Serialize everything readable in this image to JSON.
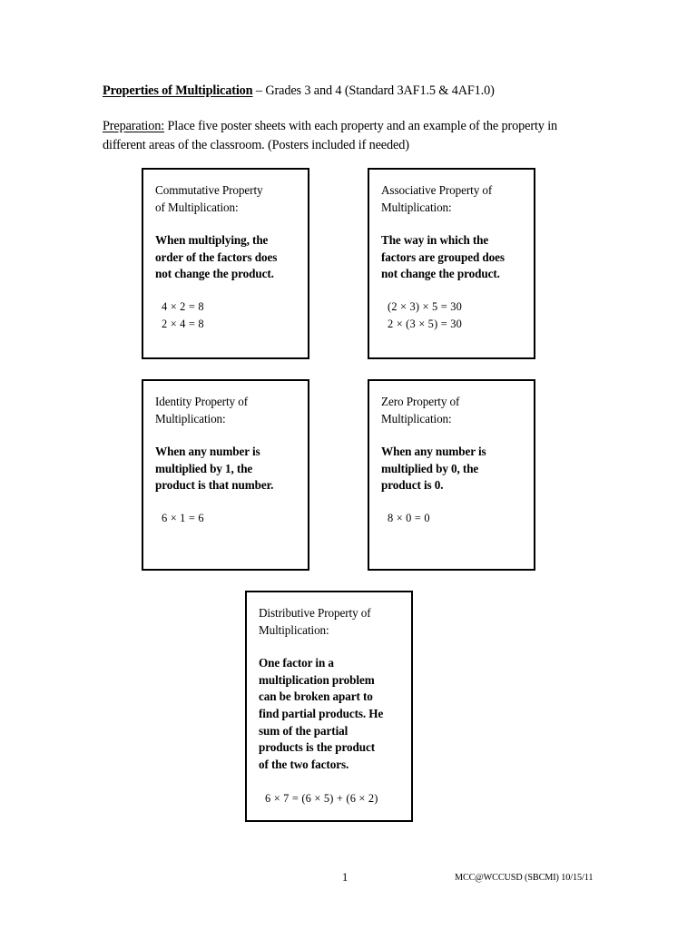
{
  "document": {
    "header": {
      "title_strong": "Properties of Multiplication",
      "title_rest": " – Grades 3 and 4  (Standard 3AF1.5 & 4AF1.0)",
      "prep_label": "Preparation:",
      "prep_text": "  Place five poster sheets with each property and an example of the property in different areas of the classroom.  (Posters included if needed)"
    },
    "boxes": [
      {
        "id": "commutative",
        "title": "Commutative Property\nof Multiplication:",
        "body": "When multiplying, the\norder of the factors does\nnot change the product.",
        "equations": [
          "4 × 2 = 8",
          "2 × 4 = 8"
        ]
      },
      {
        "id": "associative",
        "title": "Associative Property of\nMultiplication:",
        "body": "The way in which the\nfactors are grouped does\nnot change the product.",
        "equations": [
          "(2 × 3) × 5 = 30",
          "2 × (3 × 5) = 30"
        ]
      },
      {
        "id": "identity",
        "title": "Identity Property of\nMultiplication:",
        "body": "When any number is\nmultiplied by 1, the\nproduct is that number.",
        "equations": [
          "6 × 1 = 6"
        ]
      },
      {
        "id": "zero",
        "title": "Zero Property of\nMultiplication:",
        "body": "When any number is\nmultiplied by 0, the\nproduct is 0.",
        "equations": [
          "8 × 0 = 0"
        ]
      },
      {
        "id": "distributive",
        "title": "Distributive Property of\nMultiplication:",
        "body": "One factor in a\nmultiplication problem\ncan be broken apart to\nfind partial products.  He\nsum of the partial\nproducts is the product\nof the two factors.",
        "equations": [
          "6 × 7 = (6 × 5) + (6 × 2)"
        ]
      }
    ],
    "footer": {
      "page_number": "1",
      "credit": "MCC@WCCUSD (SBCMI) 10/15/11"
    },
    "colors": {
      "page_background": "#ffffff",
      "text": "#000000",
      "box_border": "#000000"
    }
  }
}
